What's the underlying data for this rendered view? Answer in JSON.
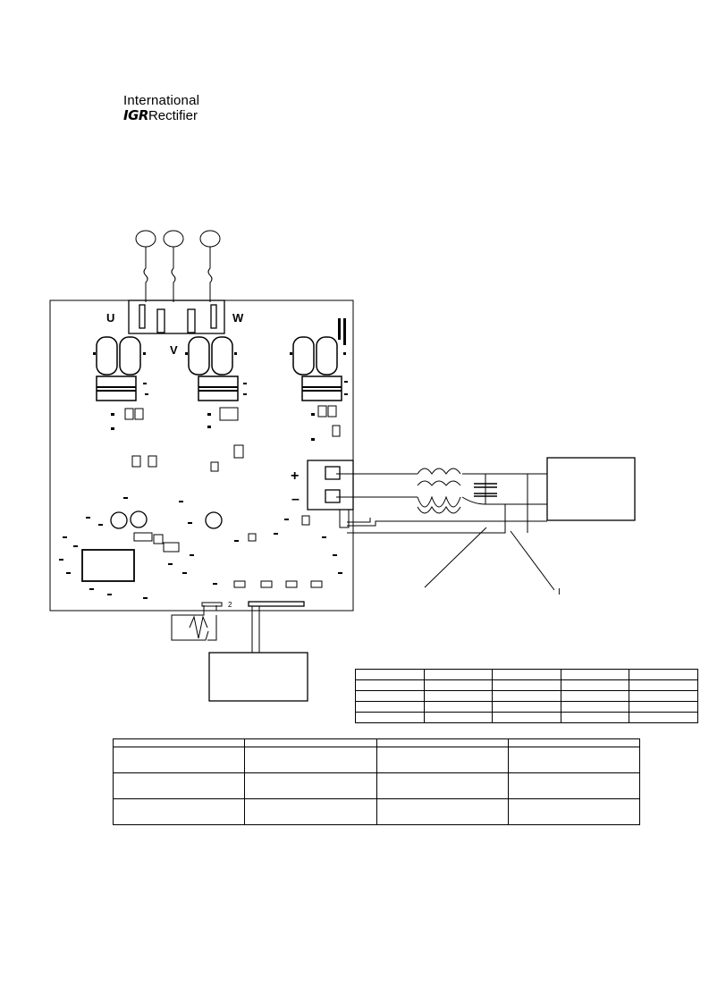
{
  "header": {
    "logo_line1": "International",
    "logo_brand": "IGR",
    "logo_line2": "Rectifier"
  },
  "diagram": {
    "phase_left_label": "U",
    "phase_mid_label": "V",
    "phase_right_label": "W",
    "plus_label": "+",
    "minus_label": "–",
    "pointer_label": "I",
    "connector_pin_label": "2"
  },
  "colors": {
    "line": "#000000",
    "background": "#ffffff"
  },
  "tables": {
    "small": {
      "rows": 5,
      "cols": 5
    },
    "large": {
      "rows": 4,
      "cols": 4
    }
  }
}
